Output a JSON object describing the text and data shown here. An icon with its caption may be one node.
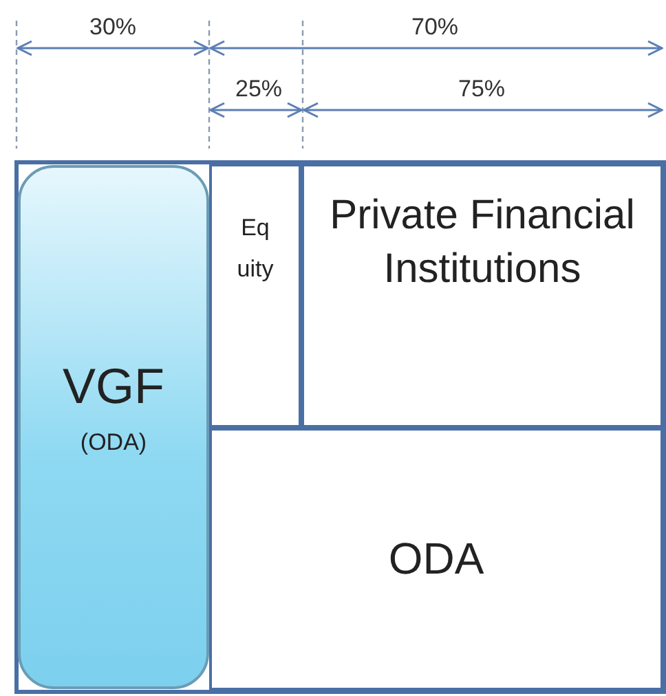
{
  "diagram": {
    "nodes": [
      {
        "text": [
          "VGF",
          "(ODA)"
        ]
      },
      {
        "text": [
          "Equity"
        ]
      },
      {
        "text": [
          "Private Financial Institutions"
        ]
      },
      {
        "text": [
          "ODA"
        ]
      }
    ],
    "labels": [
      "30%",
      "70%",
      "25%",
      "75%"
    ]
  }
}
